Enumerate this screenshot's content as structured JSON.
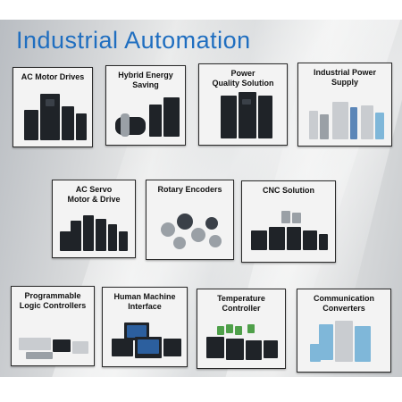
{
  "title": "Industrial Automation",
  "panels": [
    {
      "label": "AC Motor Drives"
    },
    {
      "label": "Hybrid Energy\nSaving"
    },
    {
      "label": "Power\nQuality Solution"
    },
    {
      "label": "Industrial Power\nSupply"
    },
    {
      "label": "AC Servo\nMotor & Drive"
    },
    {
      "label": "Rotary Encoders"
    },
    {
      "label": "CNC Solution"
    },
    {
      "label": "Programmable\nLogic Controllers"
    },
    {
      "label": "Human Machine\nInterface"
    },
    {
      "label": "Temperature\nController"
    },
    {
      "label": "Communication\nConverters"
    }
  ]
}
